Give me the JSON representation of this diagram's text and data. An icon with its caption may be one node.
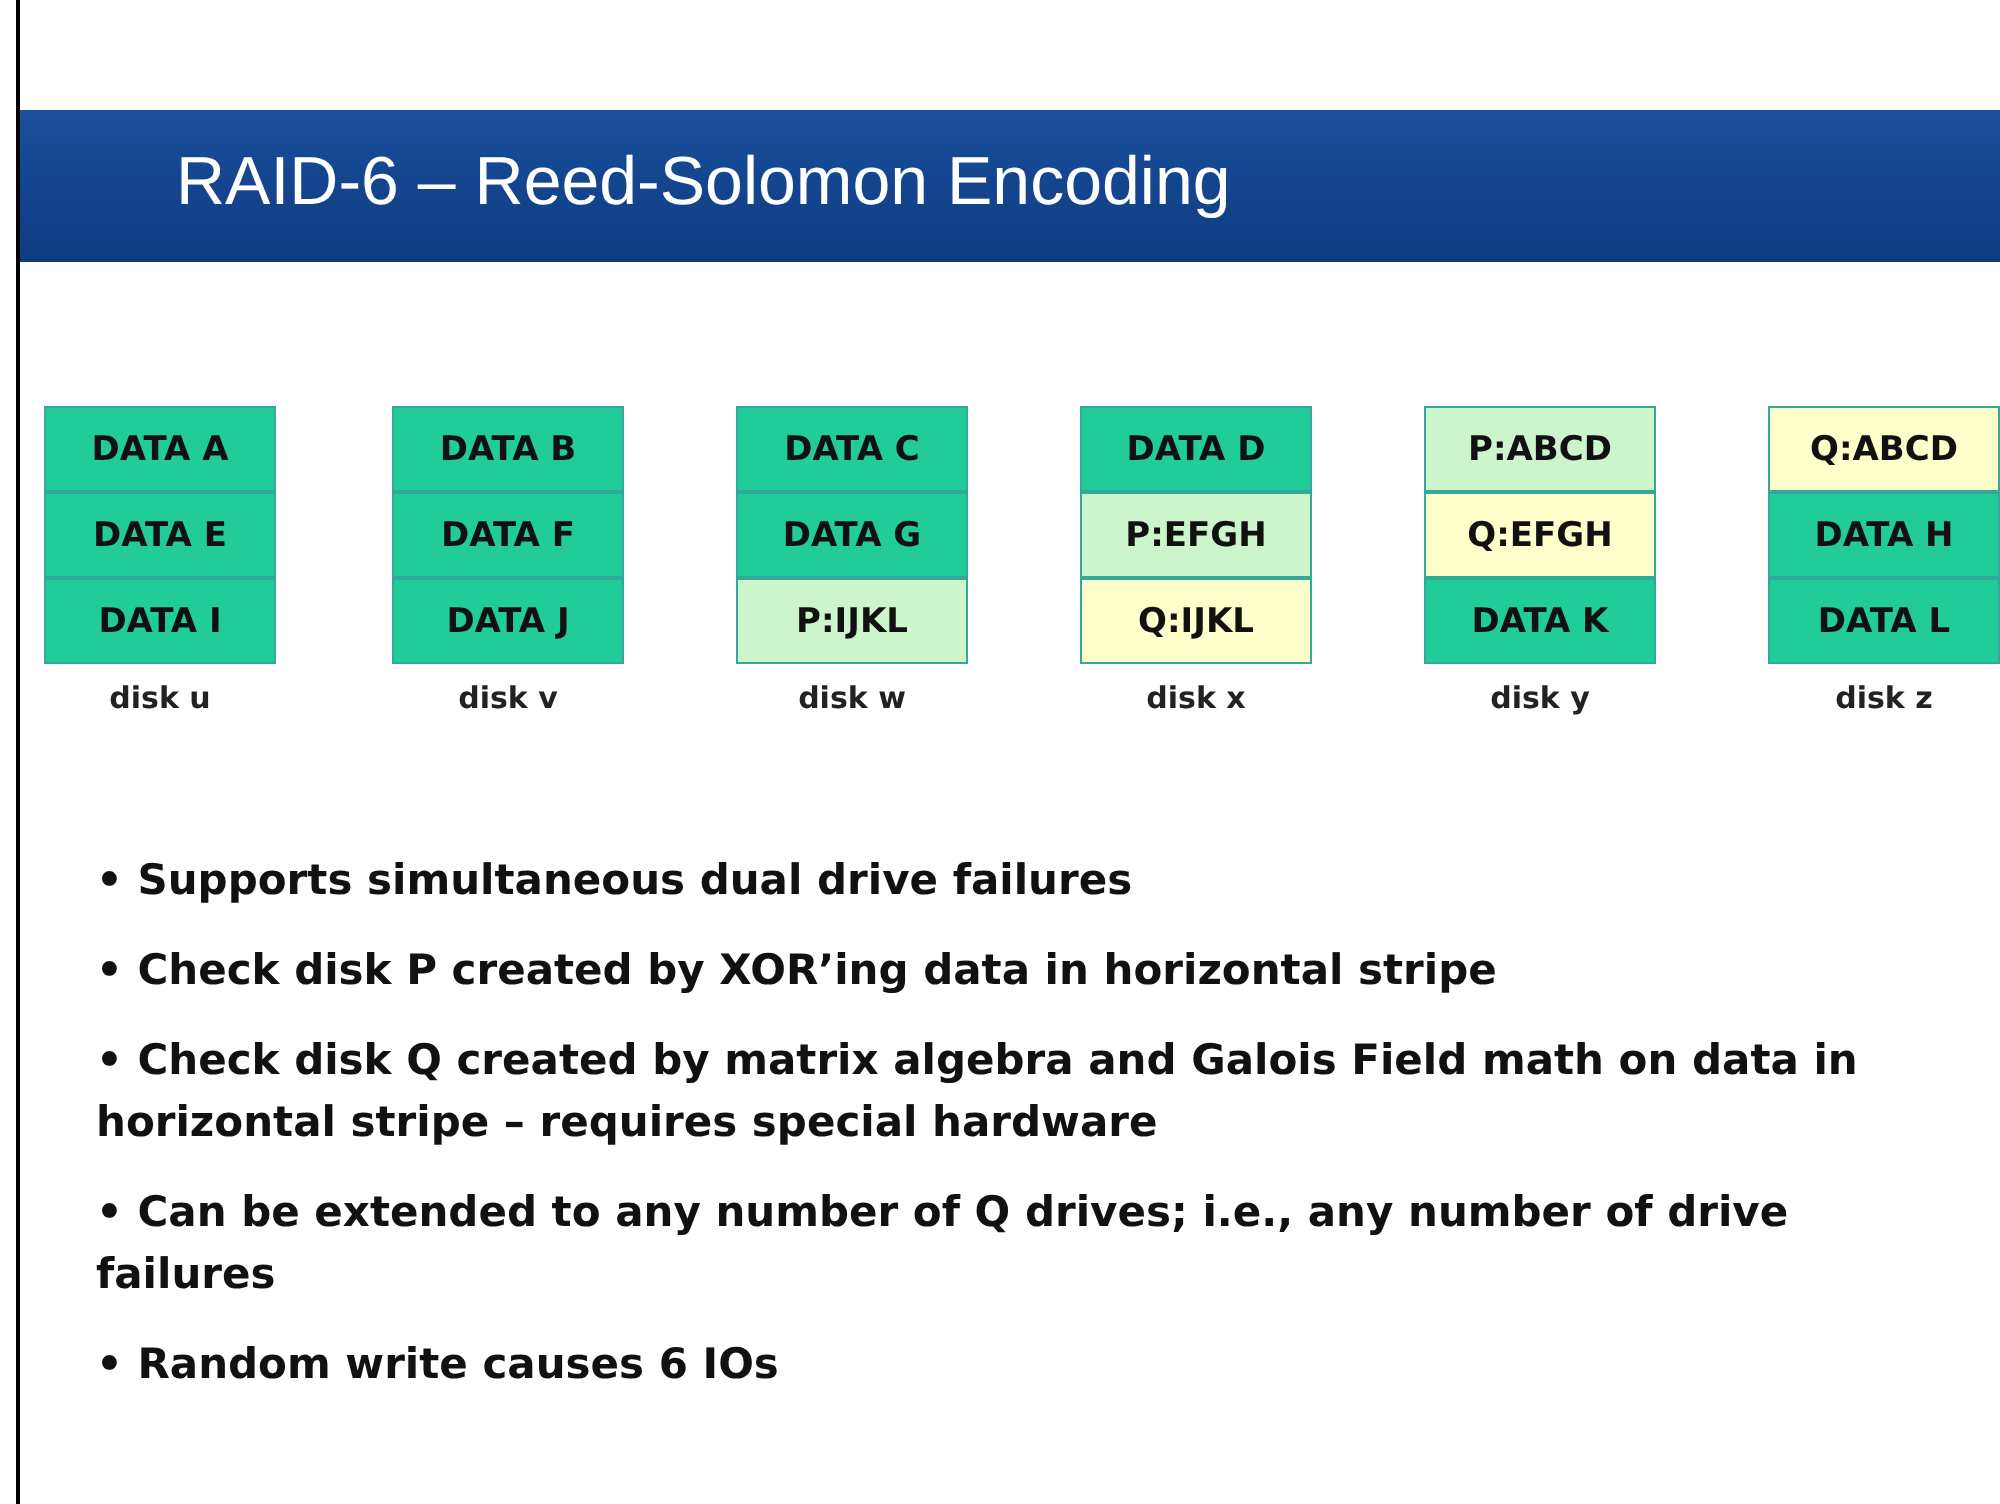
{
  "diagram": {
    "title": "RAID-6 – Reed-Solomon Encoding",
    "nodes": [
      {
        "text": [
          "disk u"
        ]
      },
      {
        "text": [
          "DATA A"
        ],
        "in": 0
      },
      {
        "text": [
          "DATA E"
        ],
        "in": 0
      },
      {
        "text": [
          "DATA I"
        ],
        "in": 0
      },
      {
        "text": [
          "disk v"
        ]
      },
      {
        "text": [
          "DATA B"
        ],
        "in": 4
      },
      {
        "text": [
          "DATA F"
        ],
        "in": 4
      },
      {
        "text": [
          "DATA J"
        ],
        "in": 4
      },
      {
        "text": [
          "disk w"
        ]
      },
      {
        "text": [
          "DATA C"
        ],
        "in": 8
      },
      {
        "text": [
          "DATA G"
        ],
        "in": 8
      },
      {
        "text": [
          "P:IJKL"
        ],
        "in": 8
      },
      {
        "text": [
          "disk x"
        ]
      },
      {
        "text": [
          "DATA D"
        ],
        "in": 12
      },
      {
        "text": [
          "P:EFGH"
        ],
        "in": 12
      },
      {
        "text": [
          "Q:IJKL"
        ],
        "in": 12
      },
      {
        "text": [
          "disk y"
        ]
      },
      {
        "text": [
          "P:ABCD"
        ],
        "in": 16
      },
      {
        "text": [
          "Q:EFGH"
        ],
        "in": 16
      },
      {
        "text": [
          "DATA K"
        ],
        "in": 16
      },
      {
        "text": [
          "disk z"
        ]
      },
      {
        "text": [
          "Q:ABCD"
        ],
        "in": 20
      },
      {
        "text": [
          "DATA H"
        ],
        "in": 20
      },
      {
        "text": [
          "DATA L"
        ],
        "in": 20
      }
    ],
    "labels": [
      "• Supports simultaneous dual drive failures",
      "• Check disk P created by XOR’ing data in horizontal stripe",
      "• Check disk Q created by matrix algebra and Galois Field math on data in horizontal stripe – requires special hardware",
      "• Can be extended to any number of Q drives; i.e., any number of drive failures",
      "• Random write causes 6 IOs"
    ]
  }
}
